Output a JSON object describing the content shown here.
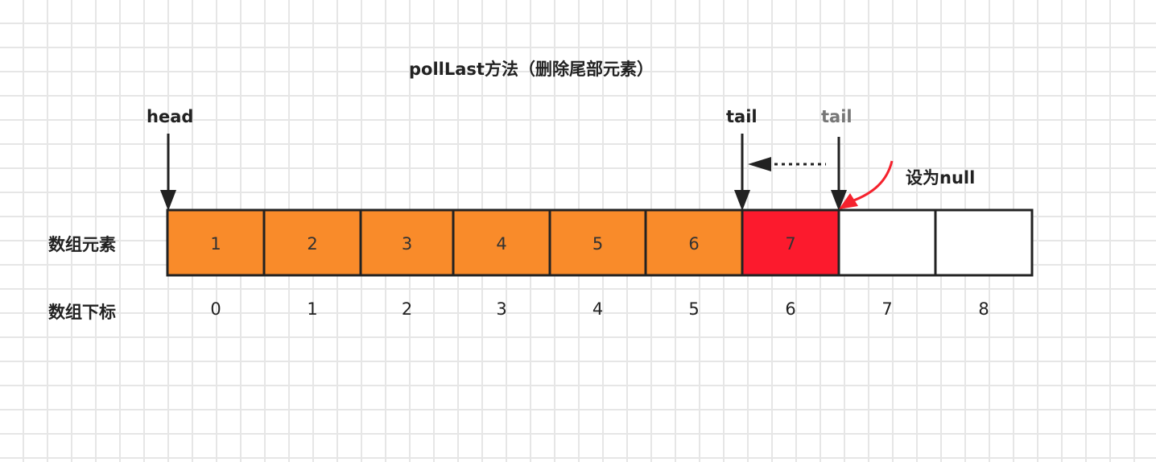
{
  "title": "pollLast方法（删除尾部元素）",
  "labels": {
    "head": "head",
    "tail_new": "tail",
    "tail_old": "tail",
    "set_null": "设为null",
    "elements_row": "数组元素",
    "index_row": "数组下标"
  },
  "cells": [
    {
      "value": "1",
      "index": "0",
      "state": "filled"
    },
    {
      "value": "2",
      "index": "1",
      "state": "filled"
    },
    {
      "value": "3",
      "index": "2",
      "state": "filled"
    },
    {
      "value": "4",
      "index": "3",
      "state": "filled"
    },
    {
      "value": "5",
      "index": "4",
      "state": "filled"
    },
    {
      "value": "6",
      "index": "5",
      "state": "filled"
    },
    {
      "value": "7",
      "index": "6",
      "state": "removed"
    },
    {
      "value": "",
      "index": "7",
      "state": "empty"
    },
    {
      "value": "",
      "index": "8",
      "state": "empty"
    }
  ],
  "colors": {
    "filled": "#f98b2a",
    "removed": "#fc1a2d",
    "empty": "#ffffff",
    "arrow": "#222222",
    "null_arrow": "#f5222d"
  }
}
